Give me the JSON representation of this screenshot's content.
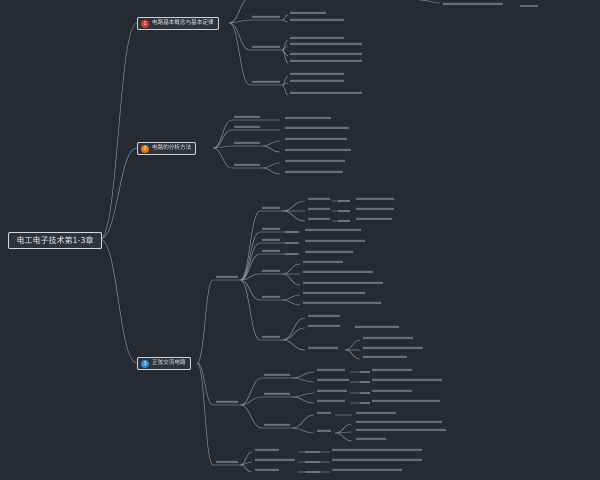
{
  "root": {
    "label": "电工电子技术第1-3章"
  },
  "topics": [
    {
      "num": "1",
      "label": "电路基本概念与基本定律",
      "color": "#d83b2a"
    },
    {
      "num": "2",
      "label": "电路的分析方法",
      "color": "#e07b1e"
    },
    {
      "num": "3",
      "label": "正弦交流电路",
      "color": "#2a8fd8"
    }
  ],
  "colors": {
    "background": "#262a33",
    "line": "#9aa0a8",
    "text": "#c9ccd2"
  }
}
